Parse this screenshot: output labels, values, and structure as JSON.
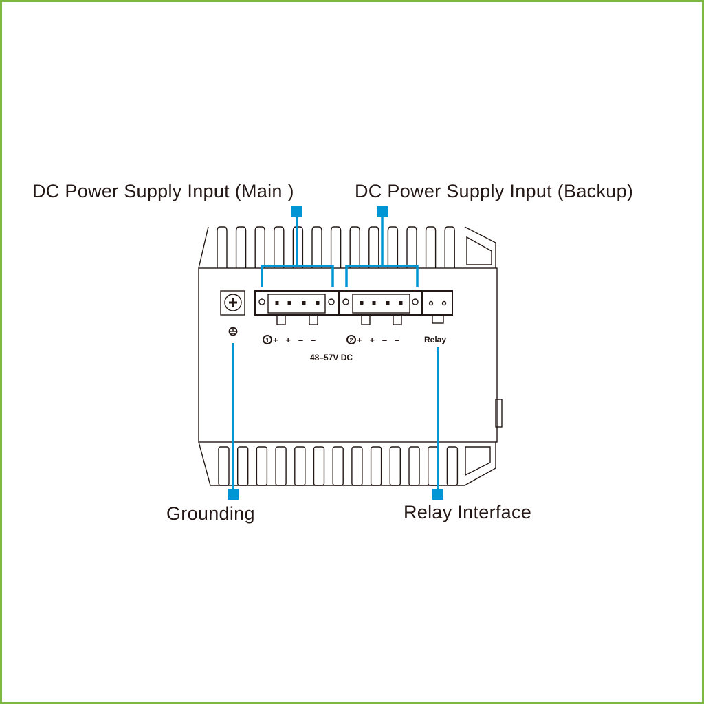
{
  "labels": {
    "main_input": "DC Power Supply Input (Main )",
    "backup_input": "DC Power Supply Input (Backup)",
    "grounding": "Grounding",
    "relay_interface": "Relay Interface"
  },
  "panel": {
    "main_marks": "+   +   –   –",
    "main_number": "1",
    "backup_marks": "+   +   –   –",
    "backup_number": "2",
    "relay": "Relay",
    "voltage": "48–57V DC"
  },
  "colors": {
    "callout": "#0096d6",
    "border": "#7cb844",
    "line": "#231815"
  }
}
